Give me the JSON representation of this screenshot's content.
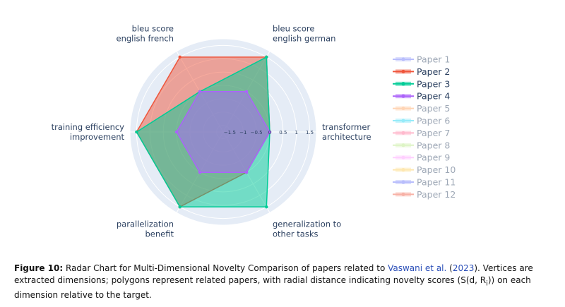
{
  "chart_data": {
    "type": "radar",
    "axes": [
      "transformer architecture",
      "bleu score english german",
      "bleu score english french",
      "training efficiency improvement",
      "parallelization benefit",
      "generalization to other tasks"
    ],
    "axis_label_lines": [
      [
        "transformer",
        "architecture"
      ],
      [
        "bleu score",
        "english german"
      ],
      [
        "bleu score",
        "english french"
      ],
      [
        "training efficiency",
        "improvement"
      ],
      [
        "parallelization",
        "benefit"
      ],
      [
        "generalization to",
        "other tasks"
      ]
    ],
    "radial_range": [
      -1.75,
      1.75
    ],
    "radial_ticks": [
      "−1.5",
      "−1",
      "−0.5",
      "0",
      "0.5",
      "1",
      "1.5"
    ],
    "radial_tick_values": [
      -1.5,
      -1,
      -0.5,
      0,
      0.5,
      1,
      1.5
    ],
    "series": [
      {
        "name": "Paper 1",
        "color": "#636efa",
        "values": null
      },
      {
        "name": "Paper 2",
        "color": "#ef553b",
        "values": [
          0,
          1.5,
          1.5,
          1.5,
          1.5,
          0
        ],
        "visible": true
      },
      {
        "name": "Paper 3",
        "color": "#00cc96",
        "values": [
          0,
          1.5,
          0,
          1.5,
          1.5,
          1.5
        ],
        "visible": true
      },
      {
        "name": "Paper 4",
        "color": "#ab63fa",
        "values": [
          0,
          0,
          0,
          0,
          0,
          0
        ],
        "visible": true
      },
      {
        "name": "Paper 5",
        "color": "#ffa15a",
        "values": null
      },
      {
        "name": "Paper 6",
        "color": "#19d3f3",
        "values": null
      },
      {
        "name": "Paper 7",
        "color": "#ff6692",
        "values": null
      },
      {
        "name": "Paper 8",
        "color": "#b6e880",
        "values": null
      },
      {
        "name": "Paper 9",
        "color": "#ff97ff",
        "values": null
      },
      {
        "name": "Paper 10",
        "color": "#fecb52",
        "values": null
      },
      {
        "name": "Paper 11",
        "color": "#636efa",
        "values": null
      },
      {
        "name": "Paper 12",
        "color": "#ef553b",
        "values": null
      }
    ],
    "legend_position": "right",
    "polar_background": "#e5ecf6"
  },
  "caption": {
    "figure_label": "Figure 10:",
    "text_before_cite": " Radar Chart for Multi-Dimensional Novelty Comparison of papers related to ",
    "cite_author": "Vaswani et al.",
    "cite_year": "2023",
    "text_line2": "Vertices are extracted dimensions; polygons represent related papers, with radial distance indicating novelty scores",
    "formula": "(S(d, R",
    "formula_sub": "i",
    "formula_end": "))",
    "text_line3": " on each dimension relative to the target."
  }
}
